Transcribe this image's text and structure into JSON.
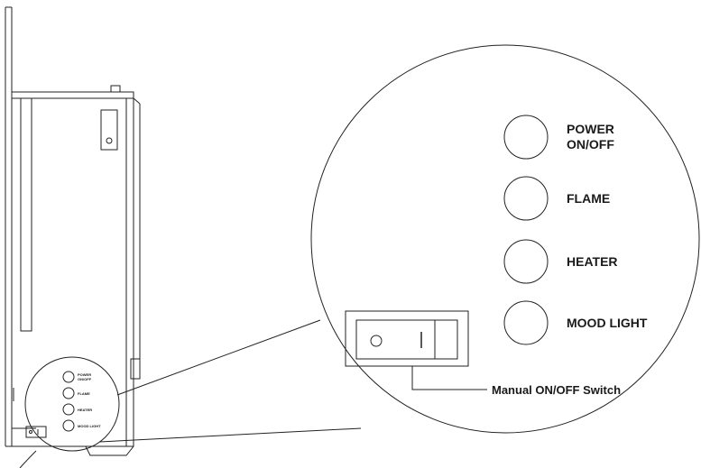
{
  "diagram": {
    "buttons": [
      {
        "id": "power",
        "lines": [
          "POWER",
          "ON/OFF"
        ]
      },
      {
        "id": "flame",
        "lines": [
          "FLAME"
        ]
      },
      {
        "id": "heater",
        "lines": [
          "HEATER"
        ]
      },
      {
        "id": "mood",
        "lines": [
          "MOOD LIGHT"
        ]
      }
    ],
    "switch_label": "Manual ON/OFF Switch",
    "small_labels": {
      "power_1": "POWER",
      "power_2": "ON/OFF",
      "flame": "FLAME",
      "heater": "HEATER",
      "mood": "MOOD LIGHT"
    }
  }
}
